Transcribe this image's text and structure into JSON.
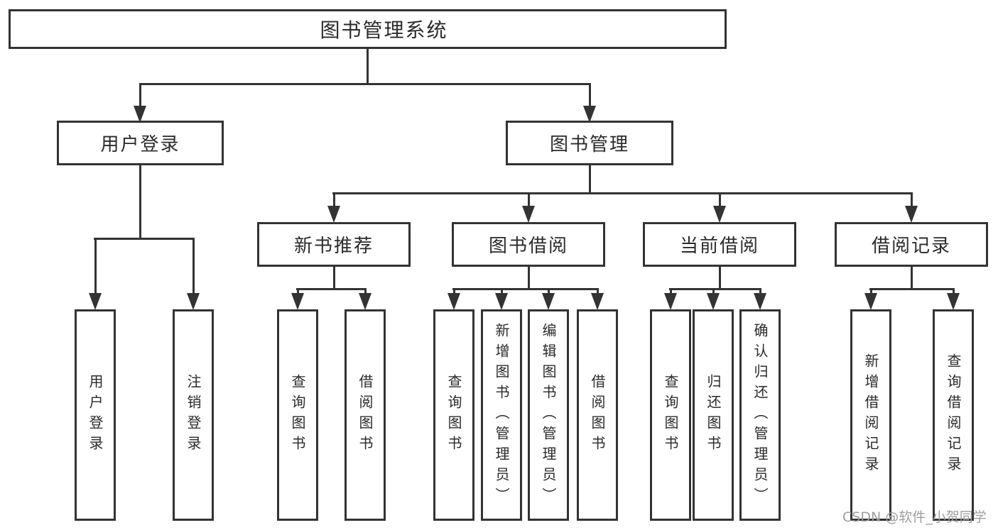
{
  "colors": {
    "line": "#333333",
    "box_border": "#333333",
    "text": "#2a2a2a",
    "watermark": "#9e9e9e",
    "background": "#ffffff"
  },
  "watermark": "CSDN @软件_小贺同学",
  "tree": {
    "root": {
      "label": "图书管理系统"
    },
    "children": [
      {
        "label": "用户登录",
        "children": [
          {
            "label": "用户登录"
          },
          {
            "label": "注销登录"
          }
        ]
      },
      {
        "label": "图书管理",
        "children": [
          {
            "label": "新书推荐",
            "children": [
              {
                "label": "查询图书"
              },
              {
                "label": "借阅图书"
              }
            ]
          },
          {
            "label": "图书借阅",
            "children": [
              {
                "label": "查询图书"
              },
              {
                "label": "新增图书（管理员）"
              },
              {
                "label": "编辑图书（管理员）"
              },
              {
                "label": "借阅图书"
              }
            ]
          },
          {
            "label": "当前借阅",
            "children": [
              {
                "label": "查询图书"
              },
              {
                "label": "归还图书"
              },
              {
                "label": "确认归还（管理员）"
              }
            ]
          },
          {
            "label": "借阅记录",
            "children": [
              {
                "label": "新增借阅记录"
              },
              {
                "label": "查询借阅记录"
              }
            ]
          }
        ]
      }
    ]
  }
}
